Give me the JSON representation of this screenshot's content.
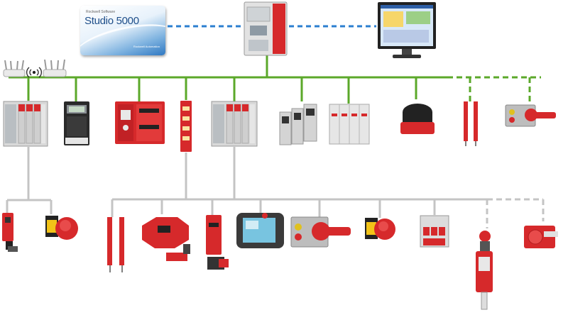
{
  "software": {
    "brand_line": "Rockwell Software",
    "title": "Studio 5000",
    "publisher_line": "Rockwell Automation"
  },
  "palette": {
    "ethernet_green": "#5ba82a",
    "safety_gray": "#c4c4c4",
    "programming_blue": "#2b7fd0",
    "device_red": "#d6292b",
    "module_gray": "#d9d9d9"
  }
}
